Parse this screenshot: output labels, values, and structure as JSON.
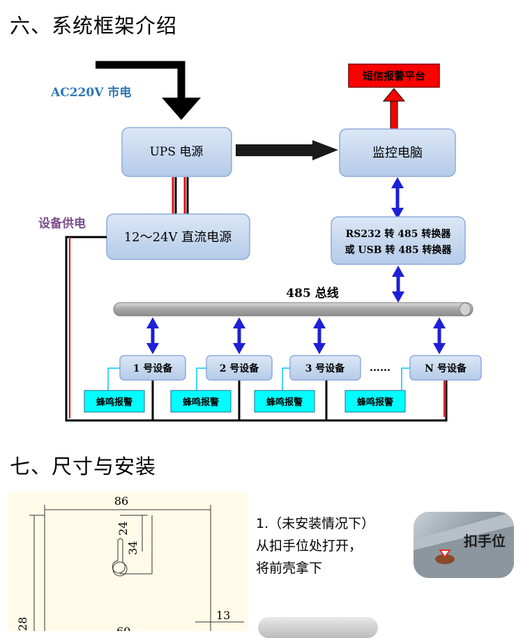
{
  "section6": {
    "title": "六、系统框架介绍"
  },
  "diagram": {
    "ac_input": "AC220V 市电",
    "ups": "UPS 电源",
    "monitor_pc": "监控电脑",
    "sms_platform": "短信报警平台",
    "device_power": "设备供电",
    "dc_power": "12～24V 直流电源",
    "converter_line1": "RS232 转 485 转换器",
    "converter_line2": "或 USB 转 485 转换器",
    "bus": "485 总线",
    "devices": [
      "1 号设备",
      "2 号设备",
      "3 号设备",
      "N 号设备"
    ],
    "ellipsis": "……",
    "alarm": "蜂鸣报警",
    "colors": {
      "box": "#c5d9f1",
      "box_border": "#8eaadb",
      "alarm": "#00ffff",
      "sms": "#ff0000",
      "arrow_blue": "#1f1fd6",
      "ac_text": "#2e75b6",
      "device_power_text": "#7b4d8a"
    }
  },
  "section7": {
    "title": "七、尺寸与安装"
  },
  "drawing": {
    "dims": [
      "86",
      "24",
      "34",
      "13",
      "60",
      "28"
    ]
  },
  "step1": {
    "line1": "1.（未安装情况下）",
    "line2": "从扣手位处打开，",
    "line3": "将前壳拿下"
  },
  "photo": {
    "label": "扣手位"
  }
}
